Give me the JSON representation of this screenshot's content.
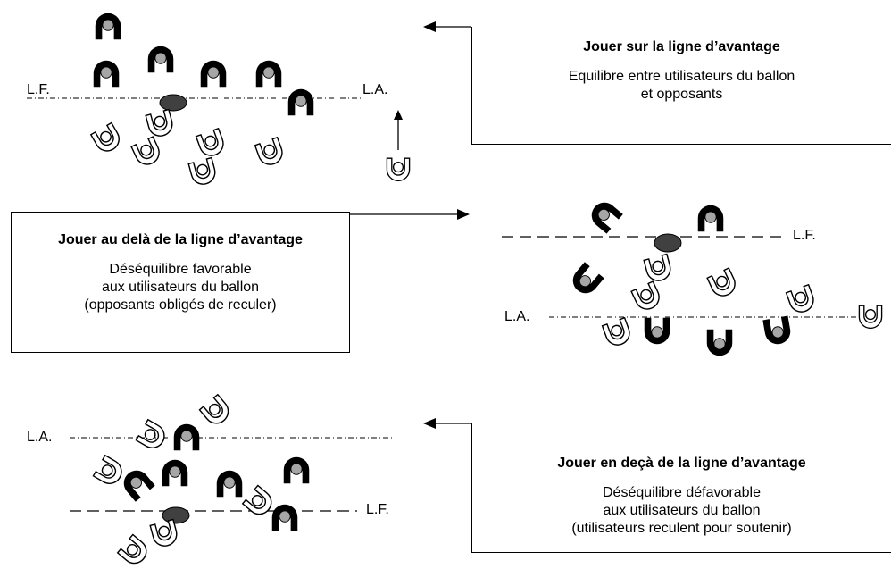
{
  "diagrams": [
    {
      "id": "d1",
      "title": "Jouer sur la ligne d’avantage",
      "lines": [
        "Equilibre entre utilisateurs du ballon",
        "et opposants"
      ],
      "lf_label": "L.F.",
      "la_label": "L.A."
    },
    {
      "id": "d2",
      "title": "Jouer au delà de la ligne d’avantage",
      "lines": [
        "Déséquilibre favorable",
        "aux utilisateurs du ballon",
        "(opposants obligés de reculer)"
      ],
      "lf_label": "L.F.",
      "la_label": "L.A."
    },
    {
      "id": "d3",
      "title": "Jouer en deçà de la ligne d’avantage",
      "lines": [
        "Déséquilibre défavorable",
        "aux utilisateurs du ballon",
        "(utilisateurs reculent pour soutenir)"
      ],
      "lf_label": "L.F.",
      "la_label": "L.A."
    }
  ],
  "colors": {
    "opponent": "#000000",
    "opponent_head": "#a6a6a6",
    "ball": "#404040",
    "attacker": "#ffffff",
    "stroke": "#000000"
  }
}
